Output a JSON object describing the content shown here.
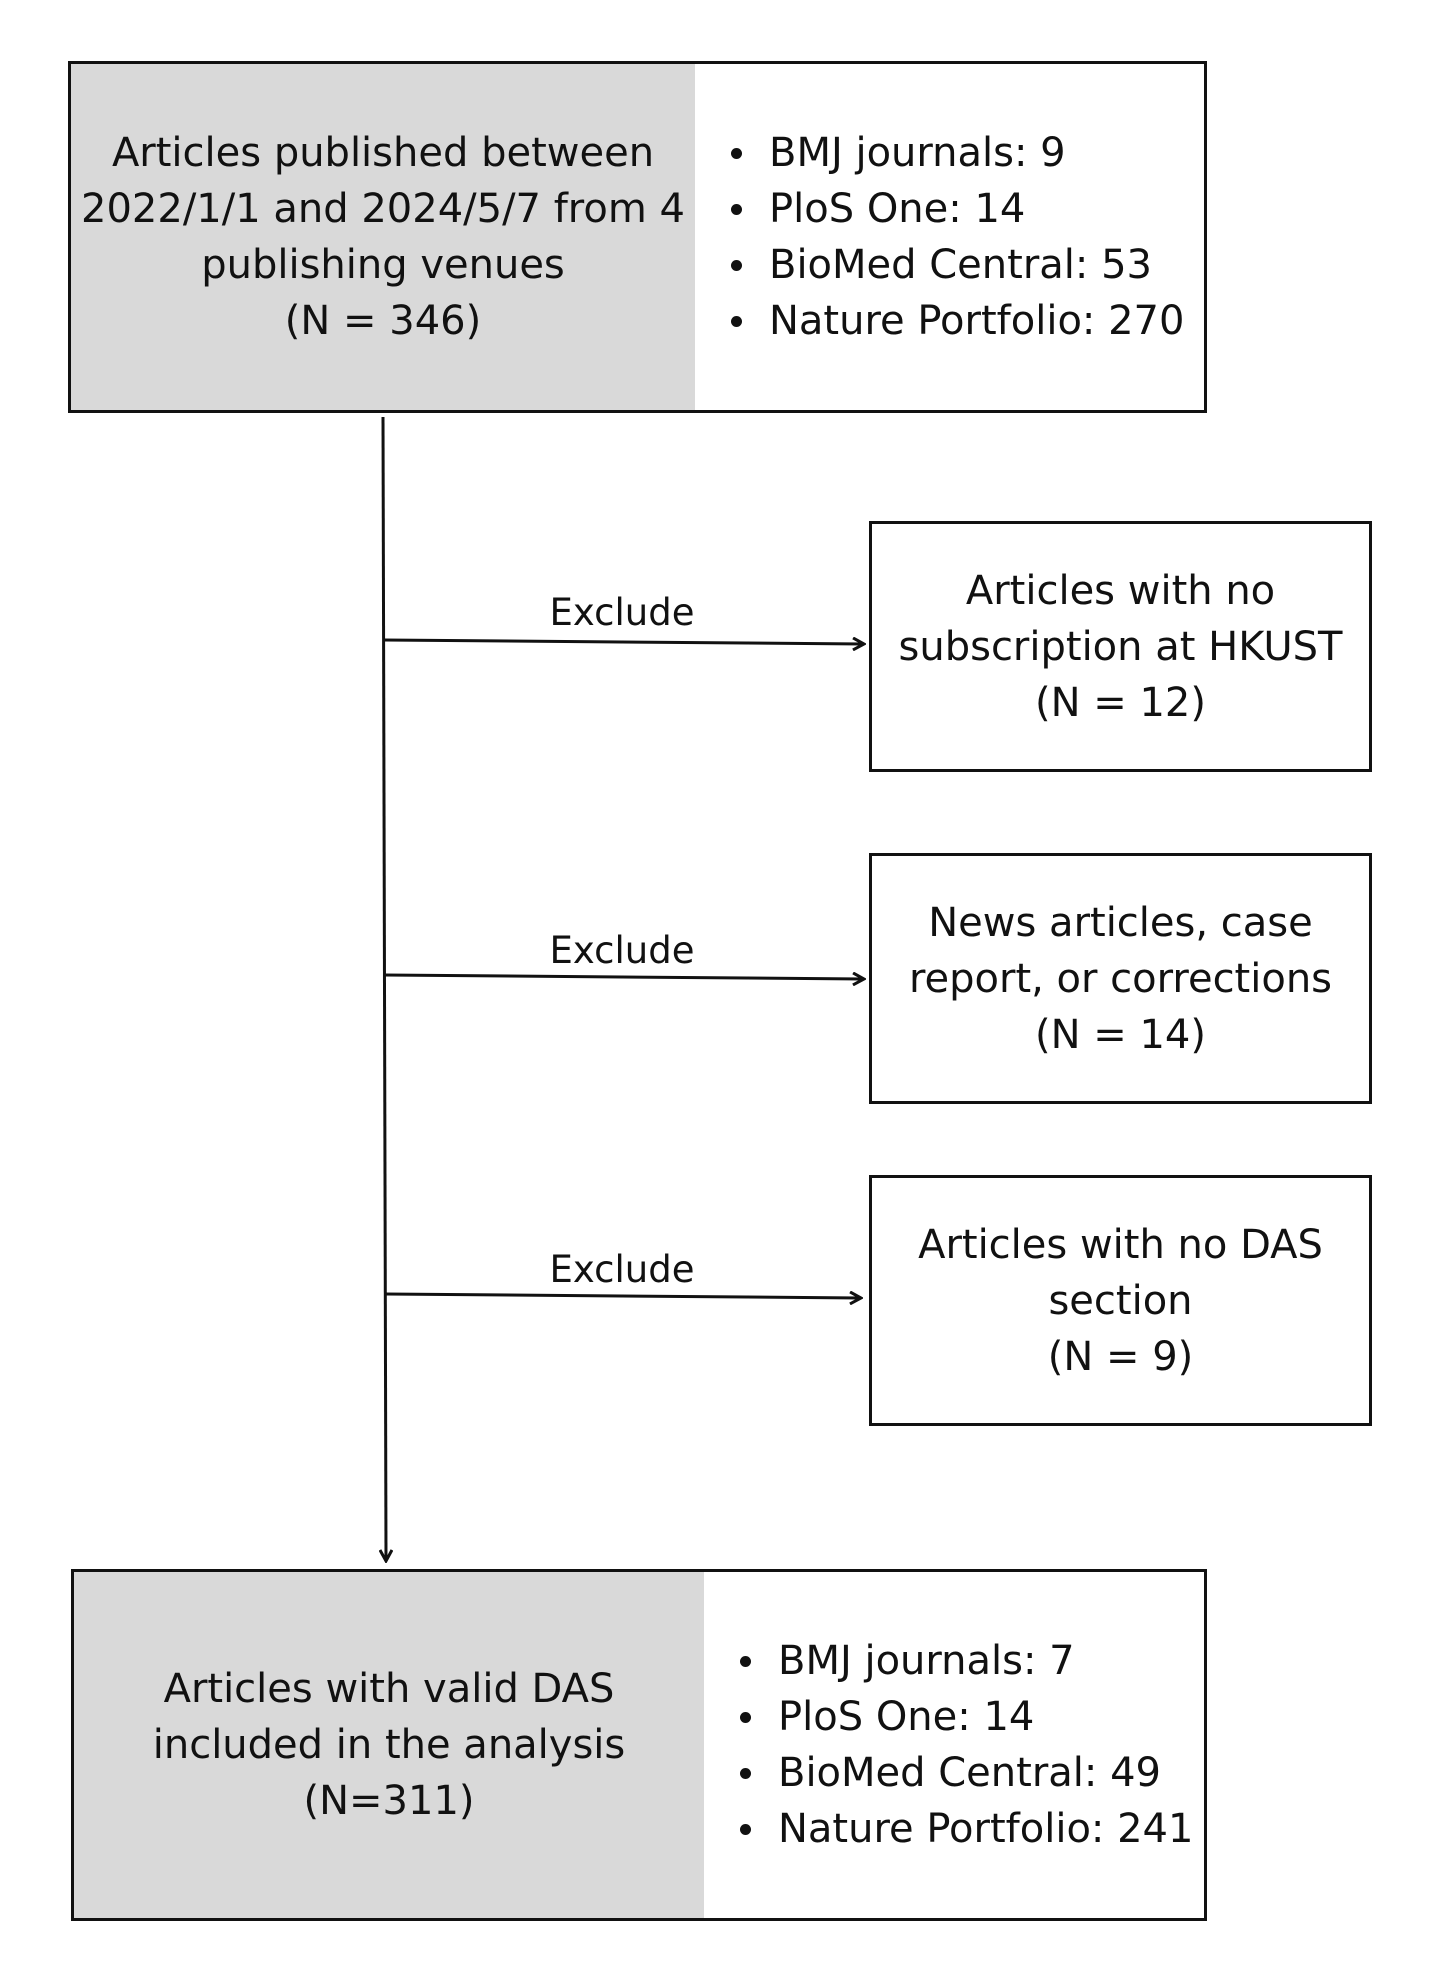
{
  "top_box": {
    "title_lines": [
      "Articles published between",
      "2022/1/1 and 2024/5/7 from 4",
      "publishing venues"
    ],
    "count": "(N = 346)",
    "venues": [
      "BMJ journals: 9",
      "PloS One: 14",
      "BioMed Central: 53",
      "Nature Portfolio: 270"
    ]
  },
  "exclusions": [
    {
      "label": "Exclude",
      "lines": [
        "Articles with no",
        "subscription at HKUST"
      ],
      "count": "(N = 12)"
    },
    {
      "label": "Exclude",
      "lines": [
        "News articles, case",
        "report, or corrections"
      ],
      "count": "(N = 14)"
    },
    {
      "label": "Exclude",
      "lines": [
        "Articles with no DAS",
        "section"
      ],
      "count": "(N = 9)"
    }
  ],
  "bottom_box": {
    "title_lines": [
      "Articles with valid DAS",
      "included in the analysis"
    ],
    "count": "(N=311)",
    "venues": [
      "BMJ journals: 7",
      "PloS One: 14",
      "BioMed Central: 49",
      "Nature Portfolio: 241"
    ]
  },
  "colors": {
    "line": "#111111",
    "shaded_panel": "#d9d9d9",
    "background": "#ffffff"
  }
}
